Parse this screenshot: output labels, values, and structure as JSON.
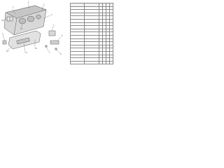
{
  "diagram": {
    "line_color": "#5a5a5a",
    "fill_color": "#d8d8d8",
    "shade_color": "#bdbdbd",
    "callouts": [
      {
        "label": "1"
      },
      {
        "label": "2"
      },
      {
        "label": "3"
      },
      {
        "label": "4"
      },
      {
        "label": "5"
      },
      {
        "label": "6"
      },
      {
        "label": "7"
      },
      {
        "label": "8"
      },
      {
        "label": "9"
      },
      {
        "label": "10"
      },
      {
        "label": "11"
      },
      {
        "label": "12"
      },
      {
        "label": "13"
      },
      {
        "label": "14"
      }
    ]
  },
  "parts_table": {
    "header": {
      "part_no": "",
      "name": "",
      "marks": [
        "",
        "",
        "",
        ""
      ]
    },
    "rows": [
      {
        "part_no": "",
        "name": "",
        "marks": [
          "",
          "",
          "",
          ""
        ]
      },
      {
        "part_no": "",
        "name": "",
        "marks": [
          "",
          "",
          "",
          ""
        ]
      },
      {
        "part_no": "",
        "name": "",
        "marks": [
          "",
          "",
          "",
          ""
        ]
      },
      {
        "part_no": "",
        "name": "",
        "marks": [
          "",
          "",
          "",
          ""
        ]
      },
      {
        "part_no": "",
        "name": "",
        "marks": [
          "",
          "",
          "",
          ""
        ]
      },
      {
        "part_no": "",
        "name": "",
        "marks": [
          "",
          "",
          "",
          ""
        ]
      },
      {
        "part_no": "",
        "name": "",
        "marks": [
          "",
          "",
          "",
          ""
        ]
      },
      {
        "part_no": "",
        "name": "",
        "marks": [
          "",
          "",
          "",
          ""
        ]
      },
      {
        "part_no": "",
        "name": "",
        "marks": [
          "",
          "",
          "",
          ""
        ]
      },
      {
        "part_no": "",
        "name": "",
        "marks": [
          "",
          "",
          "",
          ""
        ]
      },
      {
        "part_no": "",
        "name": "",
        "marks": [
          "",
          "",
          "",
          ""
        ]
      },
      {
        "part_no": "",
        "name": "",
        "marks": [
          "",
          "",
          "",
          ""
        ]
      },
      {
        "part_no": "",
        "name": "",
        "marks": [
          "",
          "",
          "",
          ""
        ]
      },
      {
        "part_no": "",
        "name": "",
        "marks": [
          "",
          "",
          "",
          ""
        ]
      },
      {
        "part_no": "",
        "name": "",
        "marks": [
          "",
          "",
          "",
          ""
        ]
      },
      {
        "part_no": "",
        "name": "",
        "marks": [
          "",
          "",
          "",
          ""
        ]
      },
      {
        "part_no": "",
        "name": "",
        "marks": [
          "",
          "",
          "",
          ""
        ]
      },
      {
        "part_no": "",
        "name": "",
        "marks": [
          "",
          "",
          "",
          ""
        ]
      }
    ]
  },
  "footer": {
    "code": ""
  }
}
